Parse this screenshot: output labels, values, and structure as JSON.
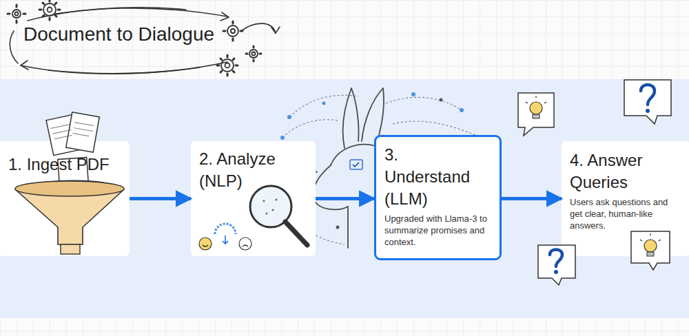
{
  "diagram": {
    "title": "Document to Dialogue",
    "nodes": [
      {
        "text": [
          "1. Ingest PDF"
        ]
      },
      {
        "text": [
          "2. Analyze (NLP)"
        ]
      },
      {
        "text": [
          "3. Understand (LLM)",
          "Upgraded with Llama-3 to summarize promises and context."
        ]
      },
      {
        "text": [
          "4. Answer Queries",
          "Users ask questions and get clear, human-like answers."
        ]
      }
    ],
    "edges": [
      {
        "from": 0,
        "to": 1,
        "arrow": "to"
      },
      {
        "from": 1,
        "to": 2,
        "arrow": "to"
      },
      {
        "from": 2,
        "to": 3,
        "arrow": "to"
      }
    ]
  }
}
